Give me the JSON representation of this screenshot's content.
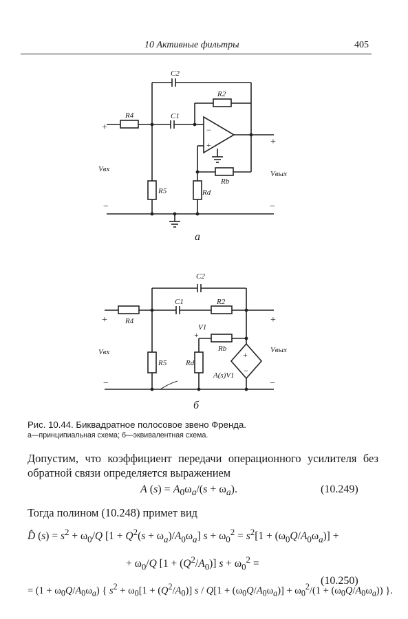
{
  "header": {
    "title": "10  Активные фильтры",
    "page": "405"
  },
  "figure_a": {
    "labels": {
      "C2": "C2",
      "C1": "C1",
      "R2": "R2",
      "R4": "R4",
      "R5": "R5",
      "Rd": "Rd",
      "Rb": "Rb",
      "Vin": "Vвх",
      "Vout": "Vвых",
      "plus": "+",
      "minus": "−",
      "letter": "а"
    }
  },
  "figure_b": {
    "labels": {
      "C2": "C2",
      "C1": "C1",
      "R2": "R2",
      "R4": "R4",
      "R5": "R5",
      "Rd": "Rd",
      "Rb": "Rb",
      "V1": "V1",
      "Vin": "Vвх",
      "Vout": "Vвых",
      "source": "A(s)V1",
      "letter": "б"
    }
  },
  "caption": {
    "main": "Рис. 10.44. Биквадратное полосовое звено Френда.",
    "sub": "а—принципиальная схема; б—эквивалентная схема."
  },
  "body": {
    "paragraph": "Допустим, что коэффициент передачи операционного усилителя без обратной связи определяется выражением",
    "eq249_num": "(10.249)",
    "then": "Тогда полином (10.248) примет вид",
    "eq250_num": "(10.250)"
  }
}
